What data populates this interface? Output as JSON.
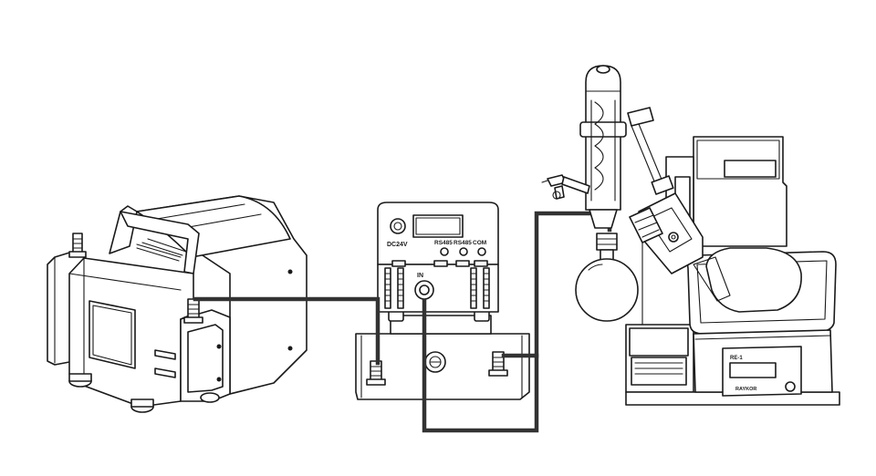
{
  "colors": {
    "line": "#1a1a1a",
    "hose": "#333333",
    "background": "#ffffff"
  },
  "controller": {
    "power_label": "DC24V",
    "port1_label": "RS485",
    "port2_label": "RS485",
    "port3_label": "COM",
    "inlet_label": "IN"
  },
  "evaporator": {
    "bath_label": "RE-1",
    "brand_label": "RAYKOR"
  }
}
